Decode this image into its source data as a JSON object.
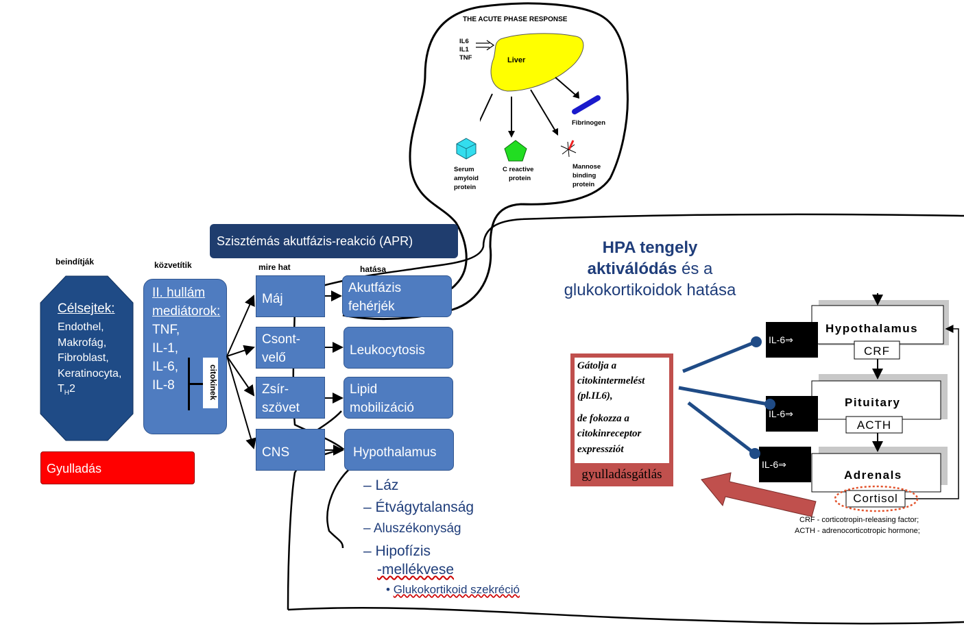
{
  "apr_panel": {
    "title": "THE ACUTE PHASE RESPONSE",
    "cytokines": [
      "IL6",
      "IL1",
      "TNF"
    ],
    "liver": "Liver",
    "fibrinogen": "Fibrinogen",
    "serum_amyloid": [
      "Serum",
      "amyloid",
      "protein"
    ],
    "crp": [
      "C reactive",
      "protein"
    ],
    "mannose": [
      "Mannose",
      "binding",
      "protein"
    ],
    "colors": {
      "liver": "#ffff00",
      "serum_amyloid": "#33ddee",
      "crp": "#22dd22",
      "fibrinogen": "#1a1acc",
      "mannose": "#ee2222"
    }
  },
  "apr_title": "Szisztémás akutfázis-reakció (APR)",
  "labels": {
    "beinditjak": "beindítják",
    "kozvetitik": "közvetítik",
    "mire_hat": "mire hat",
    "hatasa": "hatása"
  },
  "celsejtek": {
    "title": "Célsejtek:",
    "items": [
      "Endothel,",
      "Makrofág,",
      "Fibroblast,",
      "Keratinocyta,"
    ],
    "th2_main": "T",
    "th2_sub": "H",
    "th2_end": "2"
  },
  "mediators": {
    "title_line1": "II. hullám",
    "title_line2": "mediátorok:",
    "items": [
      "TNF,",
      "IL-1,",
      "IL-6,",
      "IL-8"
    ],
    "side_label": "citokinek"
  },
  "gyulladas": "Gyulladás",
  "targets": [
    {
      "organ": "Máj",
      "effect": "Akutfázis fehérjék"
    },
    {
      "organ": "Csont-velő",
      "effect": "Leukocytosis"
    },
    {
      "organ": "Zsír-szövet",
      "effect": "Lipid mobilizáció"
    },
    {
      "organ": "CNS",
      "effect": "Hypothalamus"
    }
  ],
  "target_lines": {
    "organ1": "Máj",
    "organ2a": "Csont-",
    "organ2b": "velő",
    "organ3a": "Zsír-",
    "organ3b": "szövet",
    "organ4": "CNS",
    "effect1a": "Akutfázis",
    "effect1b": "fehérjék",
    "effect2": "Leukocytosis",
    "effect3a": "Lipid",
    "effect3b": "mobilizáció",
    "effect4": "Hypothalamus"
  },
  "hypothalamus_effects": {
    "items": [
      "Láz",
      "Étvágytalanság",
      "Aluszékonyság",
      "Hipofízis",
      "-mellékvese"
    ],
    "sub_item": "Glukokortikoid szekréció"
  },
  "hpa": {
    "title_bold1": "HPA tengely",
    "title_bold2": "aktiválódás",
    "title_rest": " és a",
    "title_line3": "glukokortikoidok hatása",
    "title_color": "#1f3d7a",
    "hypothalamus": "Hypothalamus",
    "crf": "CRF",
    "pituitary": "Pituitary",
    "acth": "ACTH",
    "adrenals": "Adrenals",
    "cortisol": "Cortisol",
    "il6_tag": "IL-6⇒",
    "footnote_1": "CRF - corticotropin-releasing factor;",
    "footnote_2": "ACTH - adrenocorticotropic hormone;"
  },
  "inhibition_note": {
    "line1": "Gátolja a",
    "line2": "citokintermelést",
    "line3": "(pl.IL6),",
    "line4": "de fokozza a",
    "line5": "citokinreceptor",
    "line6": "expressziót",
    "footer": "gyulladásgátlás",
    "border_color": "#c0504d"
  }
}
